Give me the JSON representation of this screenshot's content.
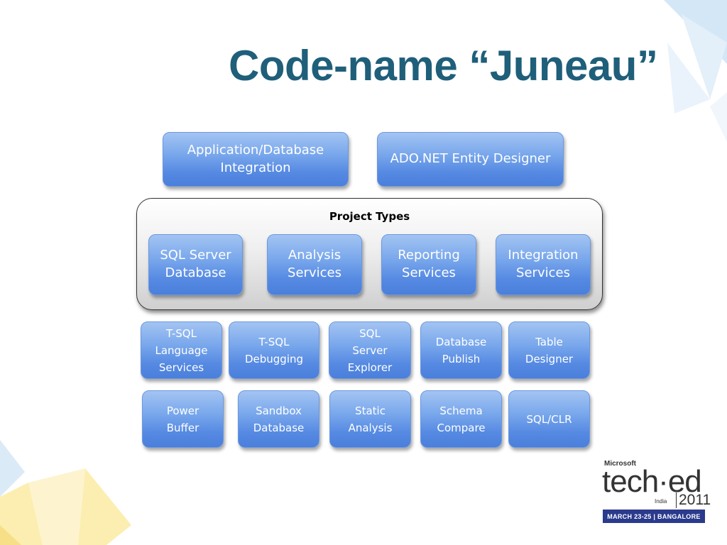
{
  "slide": {
    "title": "Code-name “Juneau”"
  },
  "top_boxes": [
    "Application/Database\nIntegration",
    "ADO.NET Entity Designer"
  ],
  "project_types": {
    "label": "Project Types",
    "items": [
      "SQL Server\nDatabase",
      "Analysis\nServices",
      "Reporting\nServices",
      "Integration\nServices"
    ]
  },
  "tools_row1": [
    "T-SQL\nLanguage\nServices",
    "T-SQL\nDebugging",
    "SQL\nServer\nExplorer",
    "Database\nPublish",
    "Table\nDesigner"
  ],
  "tools_row2": [
    "Power\nBuffer",
    "Sandbox\nDatabase",
    "Static\nAnalysis",
    "Schema\nCompare",
    "SQL/CLR"
  ],
  "logo": {
    "brand": "Microsoft",
    "name": "tech·ed",
    "region": "India",
    "year": "2011",
    "banner": "MARCH 23-25  |  BANGALORE"
  },
  "colors": {
    "title": "#1f5f7a",
    "box_gradient_top": "#a3c4f2",
    "box_gradient_bottom": "#4a7fdb",
    "banner": "#2a3a8c",
    "decor_light_blue": "#d4e7f6",
    "decor_yellow": "#fbeeb0"
  }
}
